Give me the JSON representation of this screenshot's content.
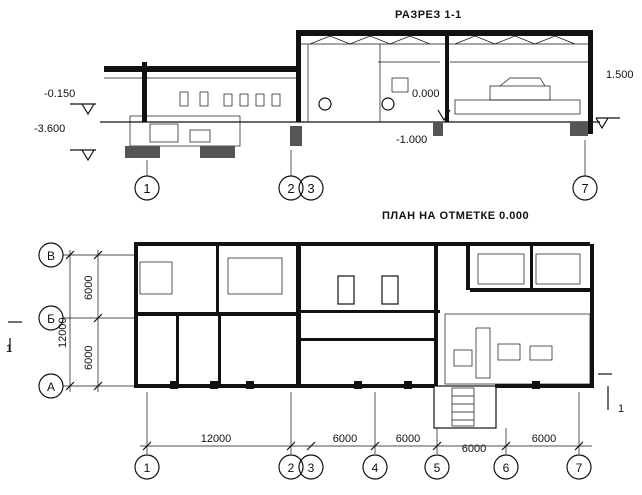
{
  "section_title": "РАЗРЕЗ 1-1",
  "plan_title": "ПЛАН НА ОТМЕТКЕ 0.000",
  "levels": {
    "top_left_1": "-0.150",
    "top_left_2": "-3.600",
    "ground": "0.000",
    "pit": "-1.000",
    "right": "1.500"
  },
  "bottom_axes": [
    "1",
    "2",
    "3",
    "4",
    "5",
    "6",
    "7"
  ],
  "section_axes": [
    "1",
    "2",
    "3",
    "7"
  ],
  "row_axes": [
    "В",
    "Б",
    "А"
  ],
  "bottom_dims": [
    "12000",
    "6000",
    "6000",
    "6000",
    "6000"
  ],
  "side_dims": [
    "6000",
    "6000",
    "12000"
  ],
  "section_marks": [
    "1",
    "1"
  ]
}
